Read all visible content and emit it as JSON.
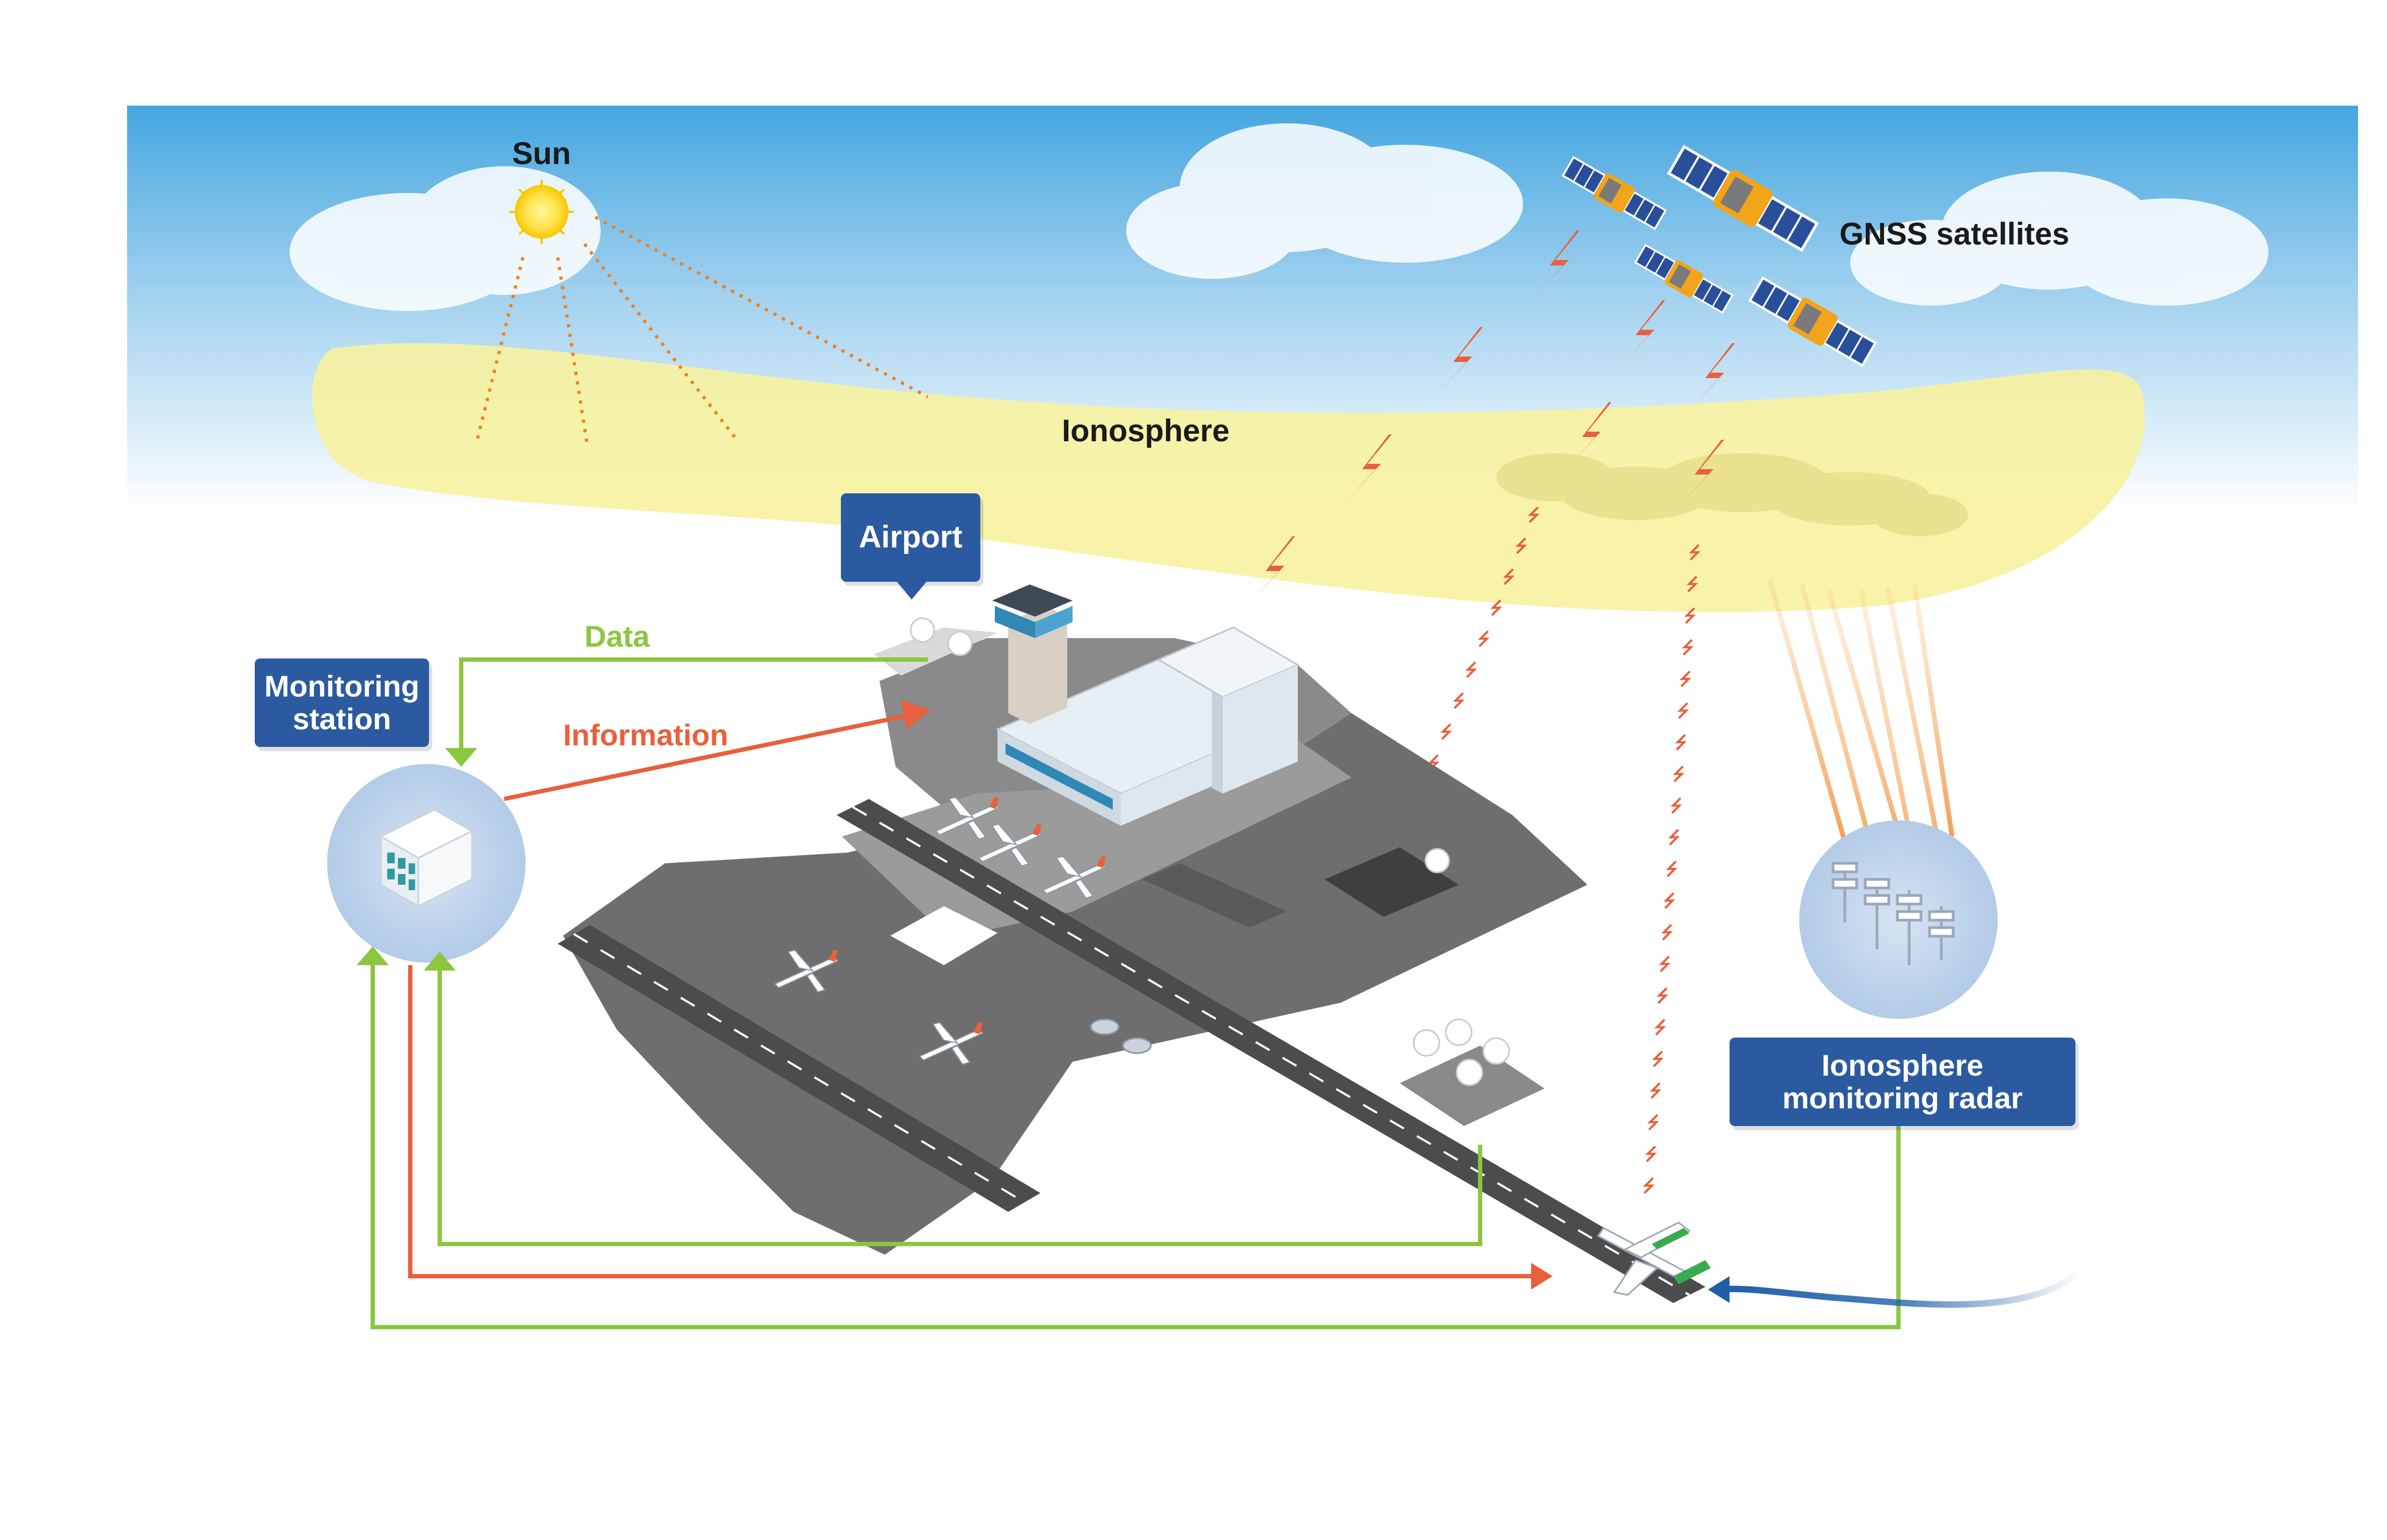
{
  "labels": {
    "sun": "Sun",
    "gnss_satellites": "GNSS satellites",
    "ionosphere": "Ionosphere",
    "data": "Data",
    "information": "Information"
  },
  "callouts": {
    "airport": "Airport",
    "monitoring_station_line1": "Monitoring",
    "monitoring_station_line2": "station",
    "radar_line1": "Ionosphere",
    "radar_line2": "monitoring radar"
  },
  "colors": {
    "sky_top": "#4aa8e0",
    "ionosphere": "#f7f2a0",
    "data_arrow": "#8cc63f",
    "information_arrow": "#e8603c",
    "callout_blue": "#2b5aa0",
    "signal_red": "#e8603c",
    "aircraft_arrow": "#1f5ea8"
  },
  "icons": [
    "sun-icon",
    "satellite-icon",
    "lightning-icon",
    "building-icon",
    "radar-antenna-icon",
    "airplane-icon",
    "control-tower-icon"
  ]
}
